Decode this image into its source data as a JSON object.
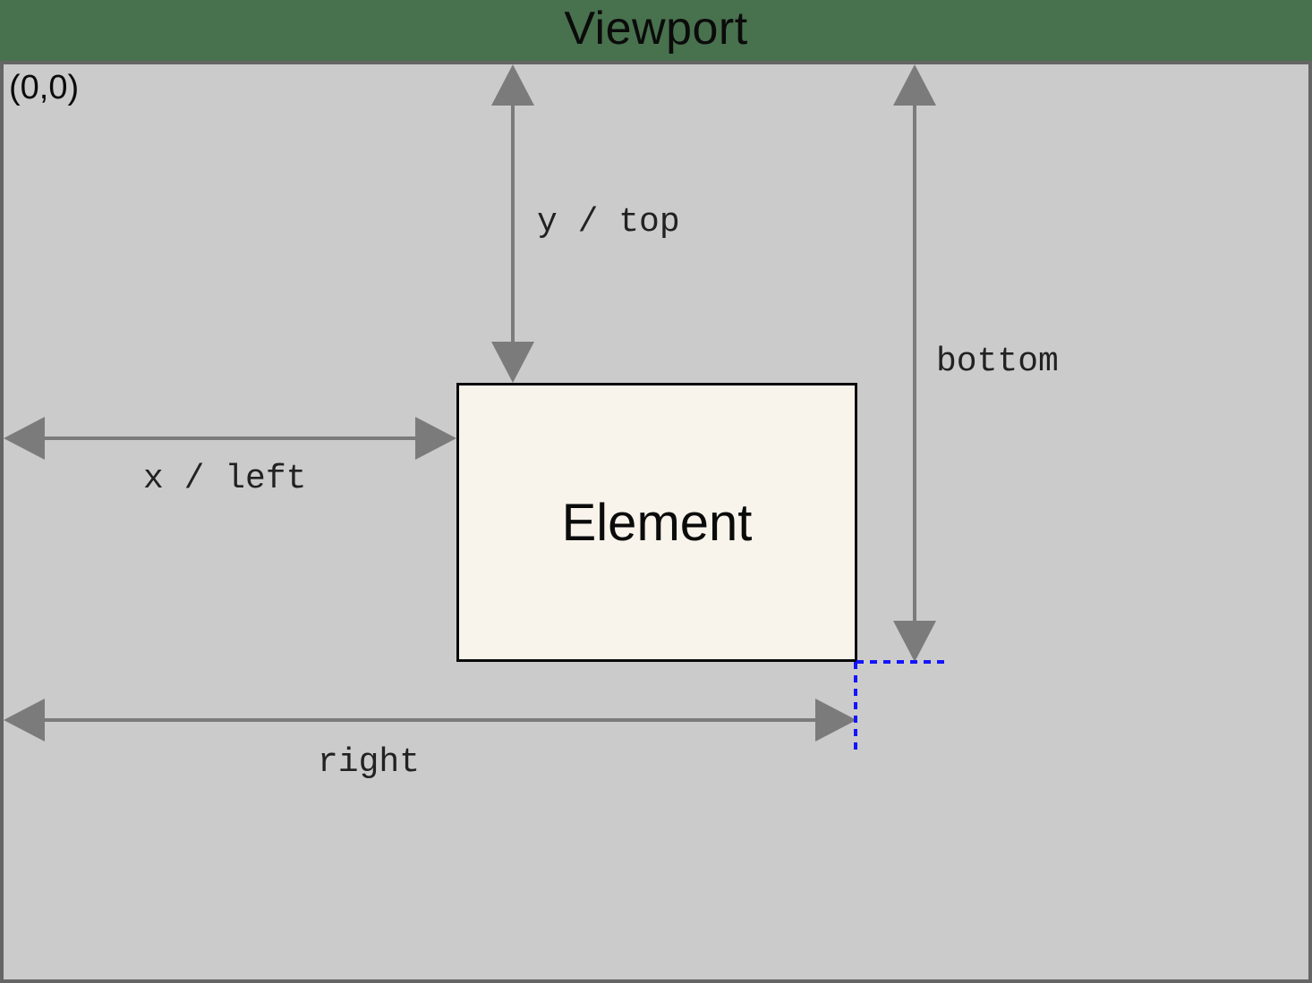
{
  "title": "Viewport",
  "viewport": {
    "origin_label": "(0,0)"
  },
  "element": {
    "label": "Element"
  },
  "annotations": {
    "y_top": "y / top",
    "x_left": "x / left",
    "bottom": "bottom",
    "right": "right"
  },
  "colors": {
    "header_bg": "#48714e",
    "viewport_bg": "#cbcbcb",
    "viewport_border": "#656565",
    "arrow": "#7b7b7b",
    "element_bg": "#f8f4ec",
    "element_border": "#0a0a0a",
    "guide_blue": "#1414ff",
    "label_color": "#222222"
  }
}
